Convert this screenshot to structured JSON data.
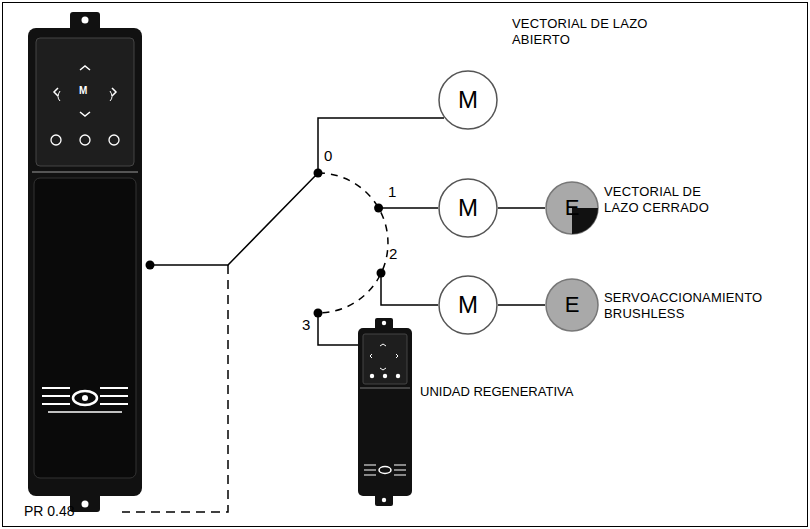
{
  "diagram": {
    "nodes": [
      {
        "text": [
          "M",
          "VECTORIAL DE LAZO ABIERTO"
        ]
      },
      {
        "text": [
          "M"
        ]
      },
      {
        "text": [
          "E",
          "VECTORIAL DE LAZO CERRADO"
        ]
      },
      {
        "text": [
          "M"
        ]
      },
      {
        "text": [
          "E",
          "SERVOACCIONAMIENTO BRUSHLESS"
        ]
      }
    ],
    "edges": [
      {
        "from": 1,
        "to": 2,
        "arrow": "none"
      },
      {
        "from": 3,
        "to": 4,
        "arrow": "none"
      }
    ],
    "labels": [
      "M",
      "0",
      "1",
      "2",
      "3",
      "UNIDAD REGENERATIVA",
      "PR 0.48"
    ]
  }
}
